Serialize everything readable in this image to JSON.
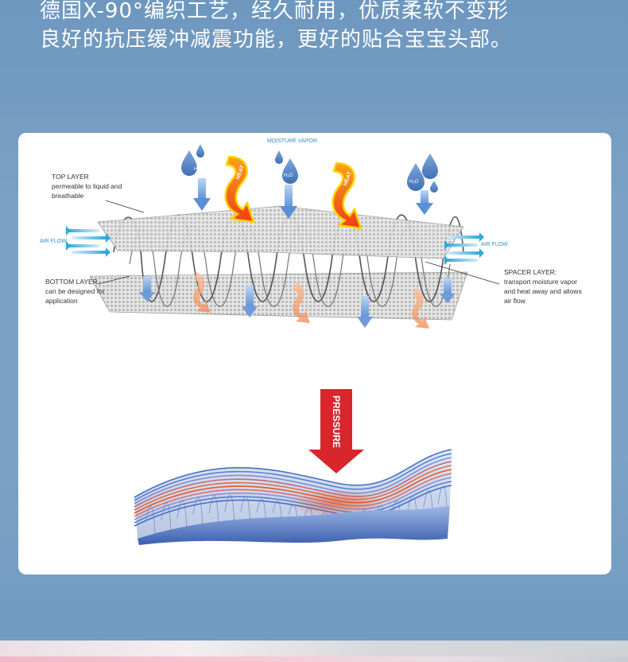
{
  "headline": {
    "line1": "德国X-90°编织工艺，经久耐用，优质柔软不变形",
    "line2": "良好的抗压缓冲减震功能，更好的贴合宝宝头部。"
  },
  "diagram": {
    "moisture_vapor": "MOISTURE VAPOR",
    "h2o_label": "H₂O",
    "heat_label": "HEAT",
    "top_layer_title": "TOP LAYER",
    "top_layer_line1": "permeable to liquid and",
    "top_layer_line2": "breathable",
    "air_flow_left": "AIR FLOW",
    "air_flow_right": "AIR FLOW",
    "bottom_layer_title": "BOTTOM LAYER",
    "bottom_layer_line1": "can be designed for",
    "bottom_layer_line2": "application",
    "spacer_title": "SPACER LAYER:",
    "spacer_line1": "transport moisture vapor",
    "spacer_line2": "and heat away and allows",
    "spacer_line3": "air flow",
    "pressure_label": "PRESSURE"
  },
  "colors": {
    "background": "#7aa0c3",
    "water_blue": "#5b8fd6",
    "heat_orange": "#f0641e",
    "heat_yellow": "#ffd200",
    "label_blue": "#2f8fd1",
    "pressure_red": "#d8262c"
  },
  "icons": [
    "water-drop-icon",
    "heat-arrow-icon",
    "airflow-arrow-icon",
    "pressure-arrow-icon"
  ]
}
